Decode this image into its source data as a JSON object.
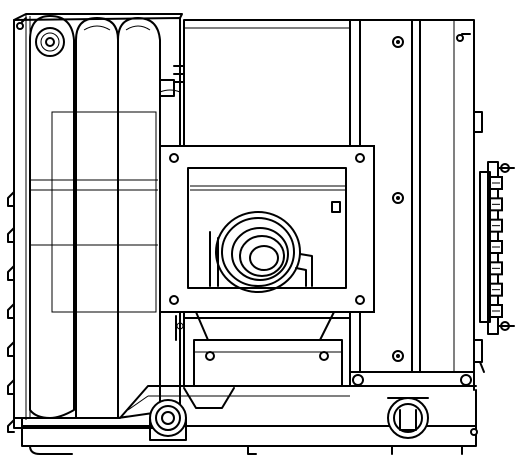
{
  "drawing": {
    "subject": "",
    "style": "monochrome line drawing",
    "colors": {
      "line": "#000000",
      "background": "#ffffff"
    },
    "components": [
      {
        "id": "coil-housing",
        "icon": "coil-housing-icon"
      },
      {
        "id": "fan-belt-loops",
        "icon": "belt-loop-icon"
      },
      {
        "id": "inspection-window",
        "icon": "window-frame-icon"
      },
      {
        "id": "heating-coil",
        "icon": "coil-spiral-icon"
      },
      {
        "id": "side-panel",
        "icon": "panel-icon"
      },
      {
        "id": "terminal-strip",
        "icon": "terminal-block-icon"
      },
      {
        "id": "base-frame",
        "icon": "base-frame-icon"
      },
      {
        "id": "pipe-fitting",
        "icon": "pipe-fitting-icon"
      },
      {
        "id": "drain-port",
        "icon": "drain-port-icon"
      },
      {
        "id": "bottom-tray",
        "icon": "tray-icon"
      },
      {
        "id": "fin-clips",
        "icon": "fin-clip-icon"
      }
    ],
    "terminal_count": 7,
    "fin_clip_count": 9
  }
}
